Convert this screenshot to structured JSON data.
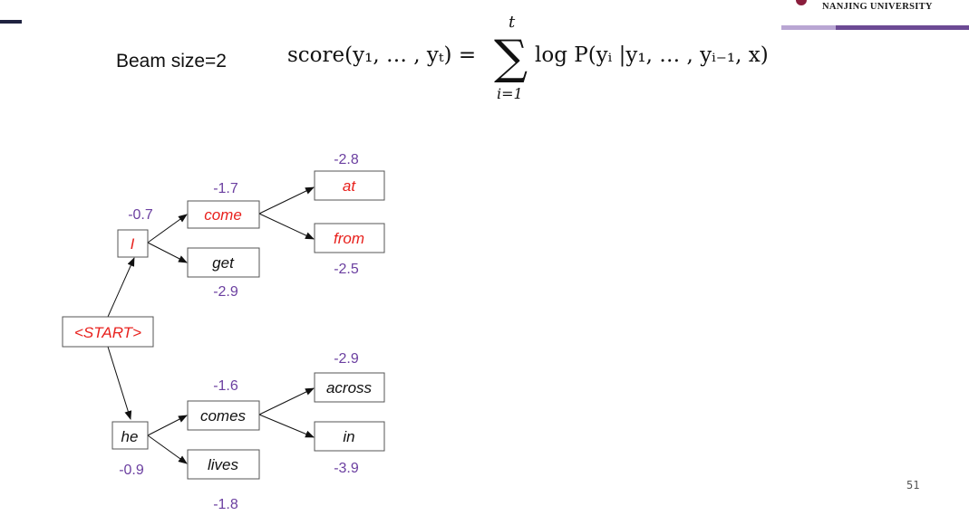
{
  "header": {
    "title_fragment": "",
    "university": "NANJING UNIVERSITY"
  },
  "beam_label": "Beam size=2",
  "formula": {
    "lhs": "score(y₁, … , yₜ) =",
    "upper_limit": "t",
    "lower_limit": "i=1",
    "rhs": "log P(yᵢ |y₁, … , yᵢ₋₁, x)"
  },
  "nodes": {
    "start": "<START>",
    "I": "I",
    "he": "he",
    "come": "come",
    "get": "get",
    "comes": "comes",
    "lives": "lives",
    "at": "at",
    "from": "from",
    "across": "across",
    "in": "in"
  },
  "scores": {
    "I": "-0.7",
    "he": "-0.9",
    "come": "-1.7",
    "get": "-2.9",
    "comes": "-1.6",
    "lives": "-1.8",
    "at": "-2.8",
    "from": "-2.5",
    "across": "-2.9",
    "in": "-3.9"
  },
  "highlighted_nodes": [
    "start",
    "I",
    "come",
    "at",
    "from"
  ],
  "colors": {
    "highlight": "#e8211d",
    "normal_text": "#111111",
    "score": "#6b3fa0",
    "title": "#1f2340",
    "accent_dark": "#6c4a94",
    "accent_light": "#b9a6d3"
  },
  "page_number": "51"
}
